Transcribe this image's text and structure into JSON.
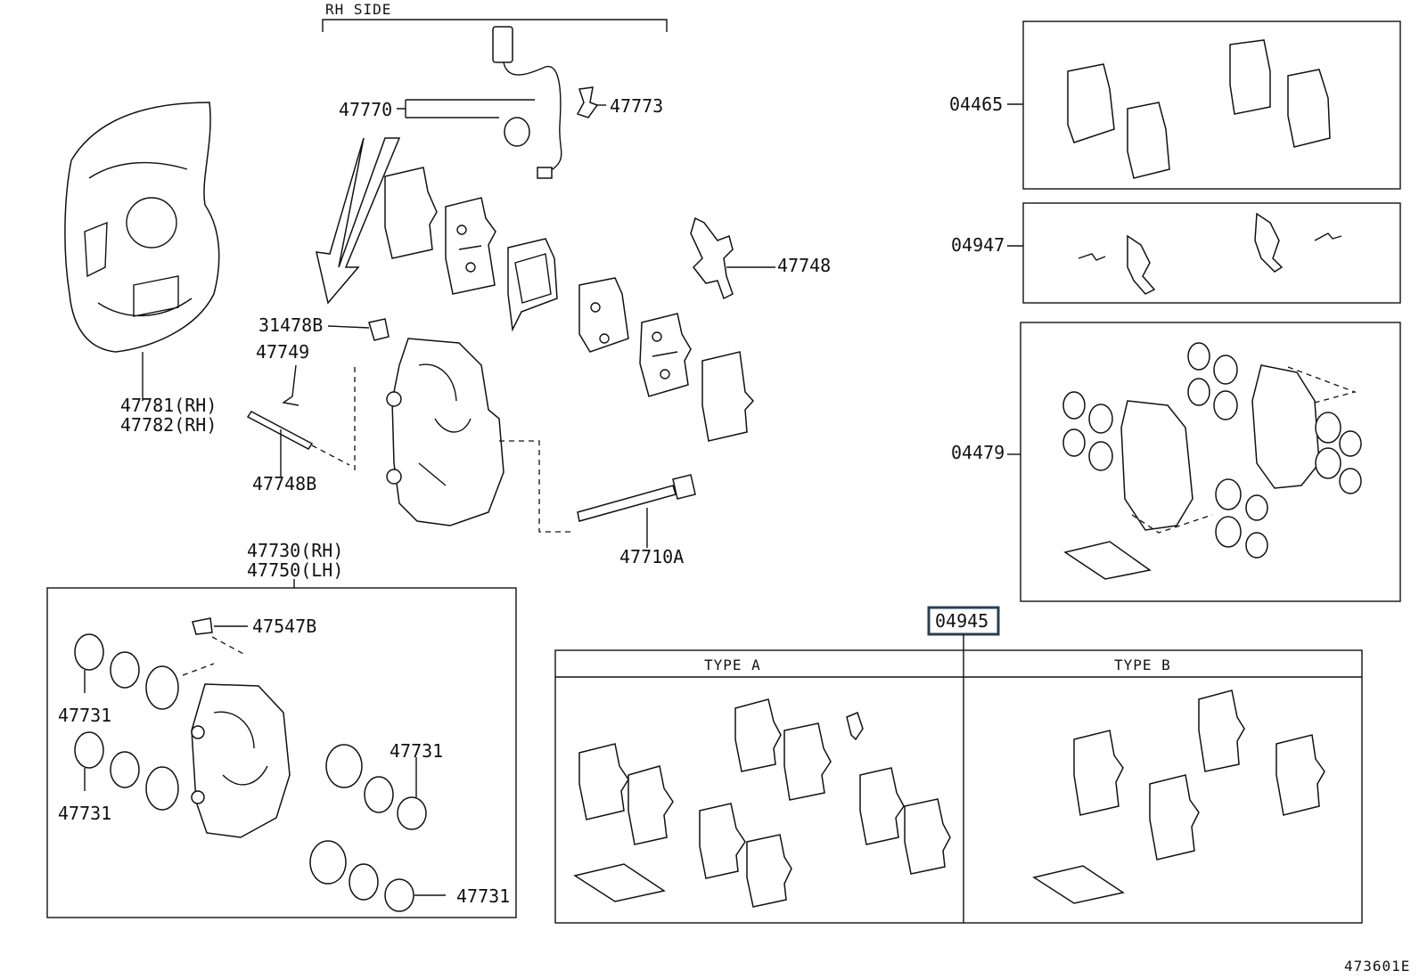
{
  "diagram": {
    "header_label": "RH SIDE",
    "figure_id": "473601E",
    "callouts": {
      "c47770": "47770",
      "c47773": "47773",
      "c47748": "47748",
      "c31478B": "31478B",
      "c47749": "47749",
      "c47781": "47781(RH)",
      "c47782": "47782(RH)",
      "c47748B": "47748B",
      "c47710A": "47710A",
      "c47730": "47730(RH)",
      "c47750": "47750(LH)",
      "c47547B": "47547B",
      "c47731a": "47731",
      "c47731b": "47731",
      "c47731c": "47731",
      "c47731d": "47731",
      "c04465": "04465",
      "c04947": "04947",
      "c04479": "04479",
      "c04945": "04945"
    },
    "kit_table": {
      "type_a": "TYPE A",
      "type_b": "TYPE B"
    }
  }
}
